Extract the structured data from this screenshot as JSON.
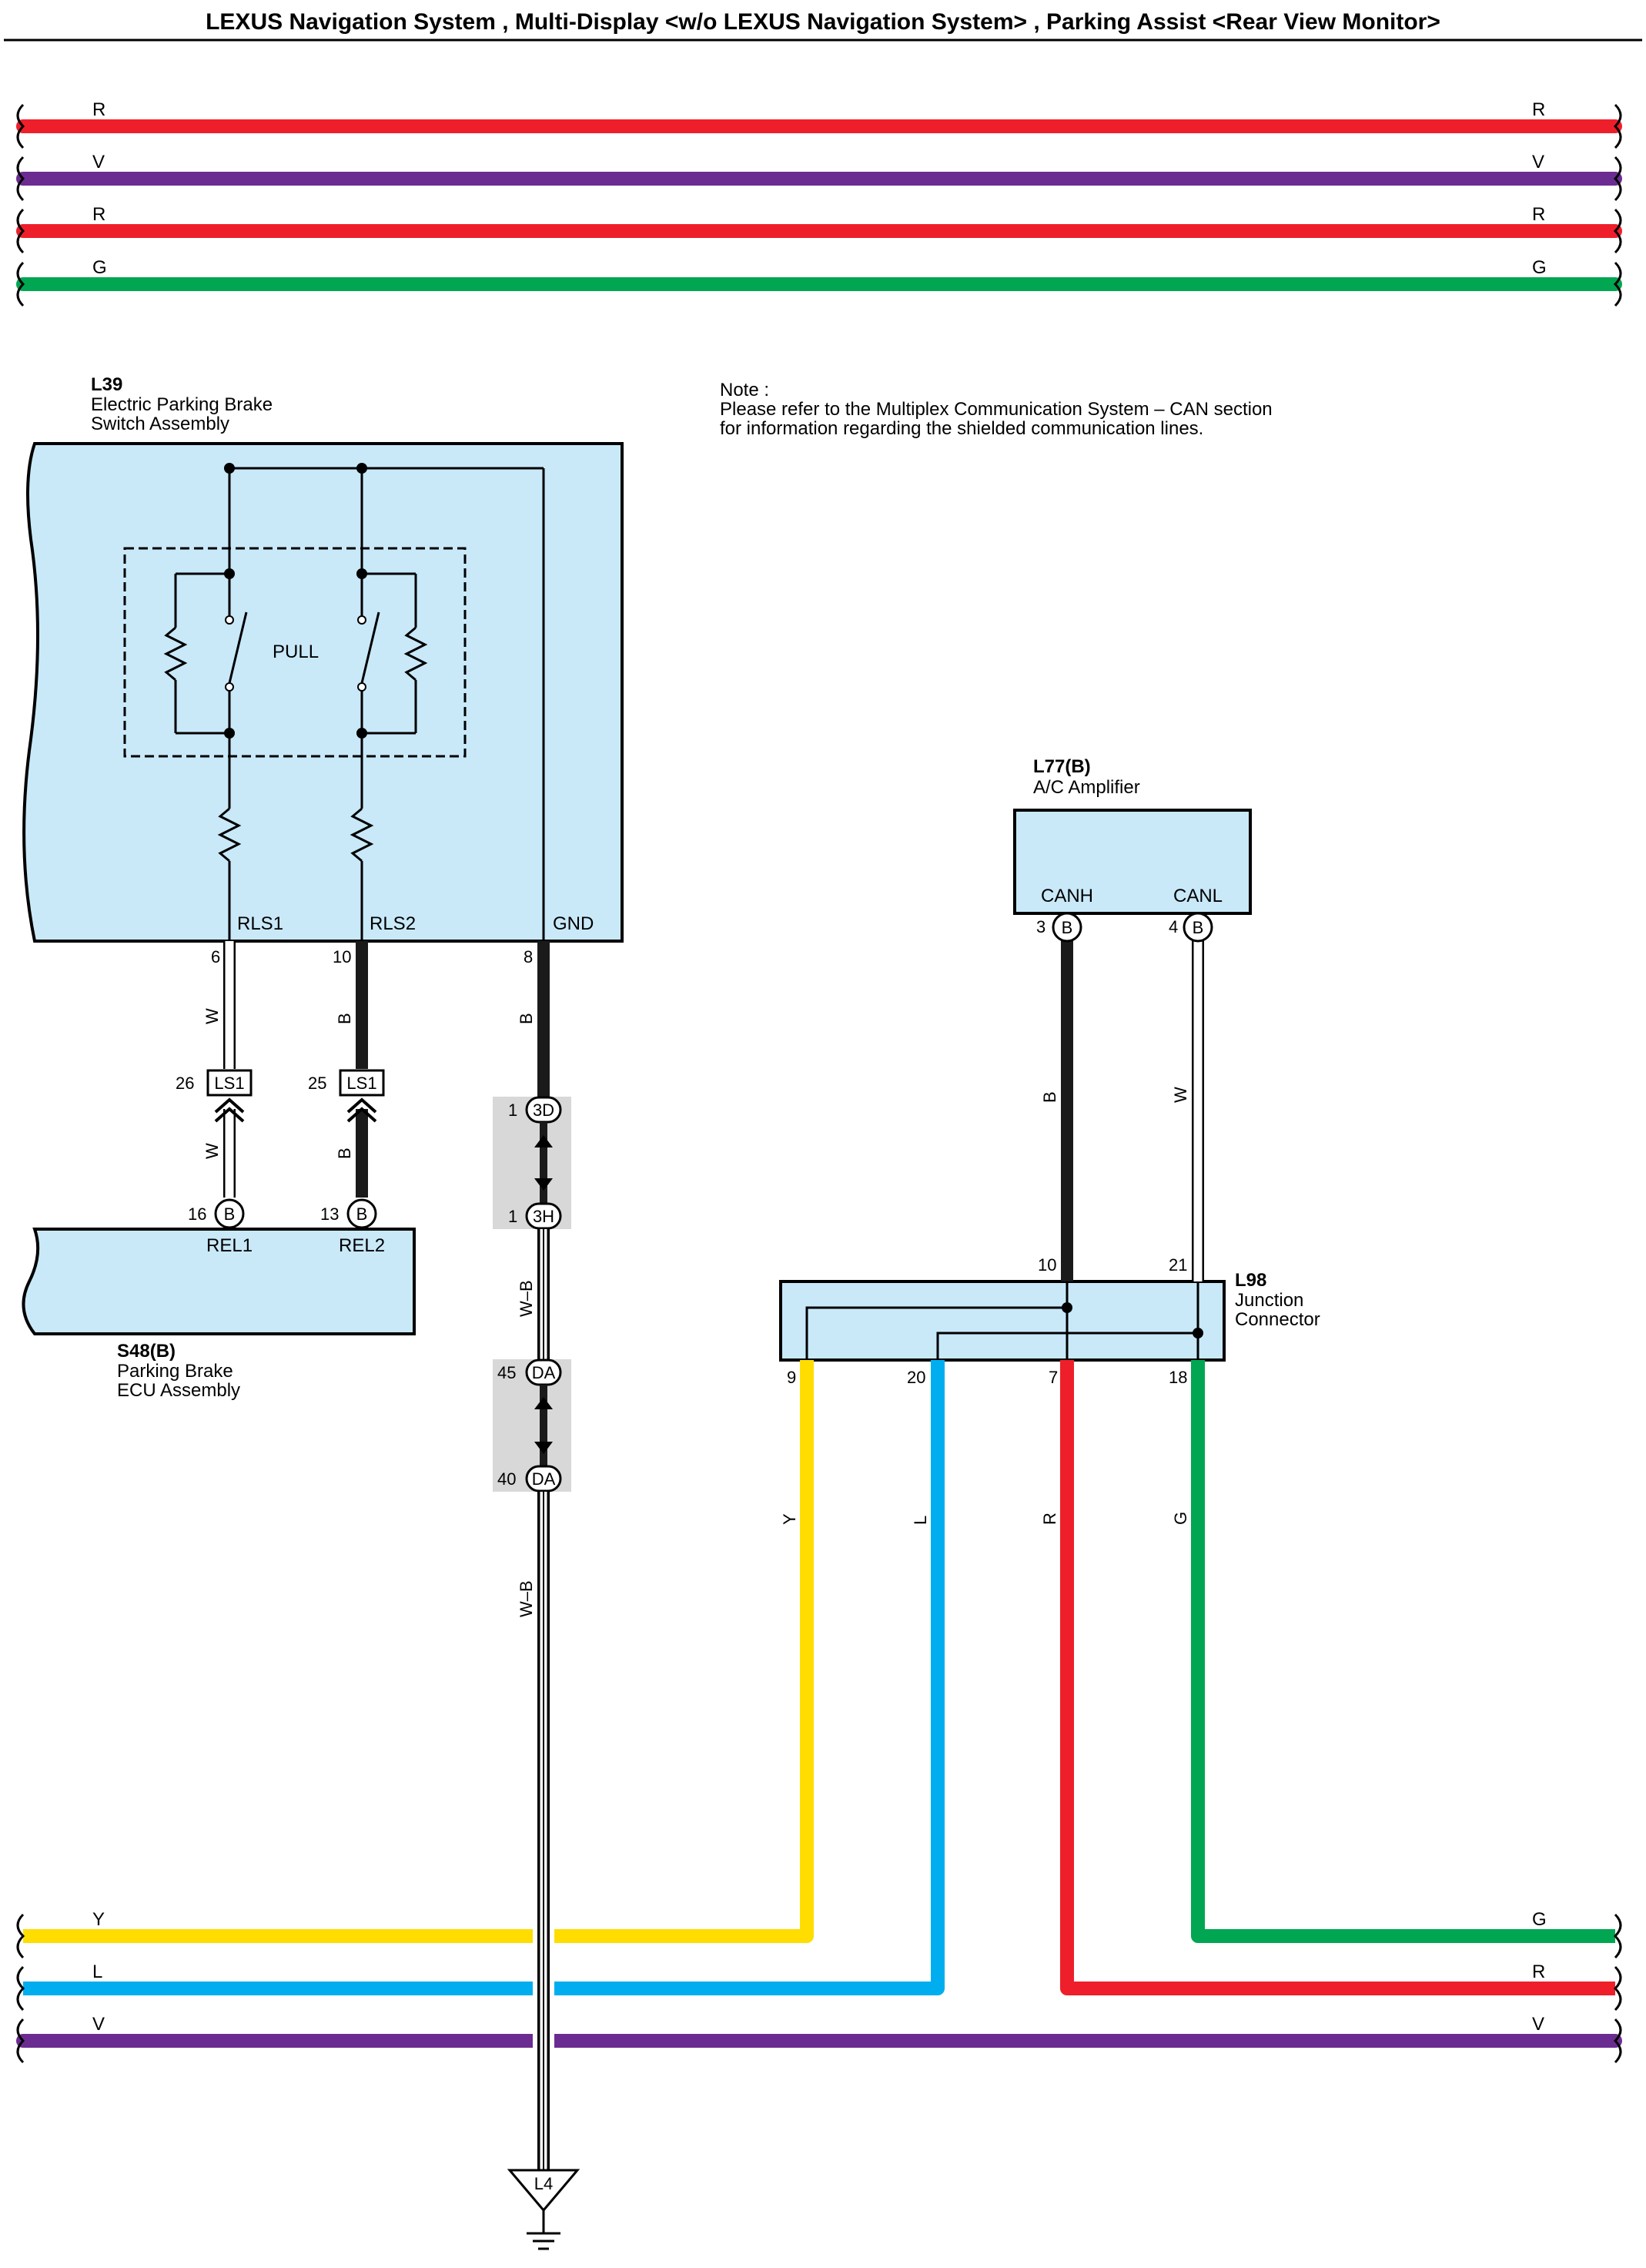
{
  "title": "LEXUS Navigation System , Multi-Display <w/o LEXUS Navigation System> , Parking Assist <Rear View Monitor>",
  "top_wires": [
    {
      "color_code": "R",
      "color": "#ee1f2a"
    },
    {
      "color_code": "V",
      "color": "#6b2c91"
    },
    {
      "color_code": "R",
      "color": "#ee1f2a"
    },
    {
      "color_code": "G",
      "color": "#00a651"
    }
  ],
  "bottom_wires": [
    {
      "color_code_left": "Y",
      "color_code_right": "",
      "color": "#ffdd00"
    },
    {
      "color_code_left": "L",
      "color_code_right": "R",
      "color": "#00aeef"
    },
    {
      "color_code_left": "V",
      "color_code_right": "V",
      "color": "#6b2c91"
    }
  ],
  "bottom_right_g": "G",
  "note": {
    "label": "Note :",
    "line1": "Please refer to the Multiplex Communication System – CAN section",
    "line2": "for information regarding the shielded communication lines."
  },
  "components": {
    "l39": {
      "code": "L39",
      "name1": "Electric Parking Brake",
      "name2": "Switch Assembly",
      "switch_label": "PULL",
      "pins": [
        {
          "name": "RLS1",
          "num": "6"
        },
        {
          "name": "RLS2",
          "num": "10"
        },
        {
          "name": "GND",
          "num": "8"
        }
      ]
    },
    "s48": {
      "code": "S48(B)",
      "name1": "Parking Brake",
      "name2": "ECU Assembly",
      "pins": [
        {
          "name": "REL1",
          "num": "16",
          "conn": "B"
        },
        {
          "name": "REL2",
          "num": "13",
          "conn": "B"
        }
      ]
    },
    "l77": {
      "code": "L77(B)",
      "name1": "A/C Amplifier",
      "pins": [
        {
          "name": "CANH",
          "num": "3",
          "conn": "B"
        },
        {
          "name": "CANL",
          "num": "4",
          "conn": "B"
        }
      ]
    },
    "l98": {
      "code": "L98",
      "name1": "Junction",
      "name2": "Connector",
      "top_pins": [
        "10",
        "21"
      ],
      "bottom_pins": [
        "9",
        "20",
        "7",
        "18"
      ]
    },
    "l4": {
      "code": "L4"
    }
  },
  "connectors": {
    "ls1_a": {
      "num": "26",
      "code": "LS1"
    },
    "ls1_b": {
      "num": "25",
      "code": "LS1"
    },
    "c3d": {
      "num": "1",
      "code": "3D"
    },
    "c3h": {
      "num": "1",
      "code": "3H"
    },
    "da1": {
      "num": "45",
      "code": "DA"
    },
    "da2": {
      "num": "40",
      "code": "DA"
    }
  },
  "wire_labels": {
    "rls1_w_upper": "W",
    "rls1_w_lower": "W",
    "rls2_b_upper": "B",
    "rls2_b_lower": "B",
    "gnd_b": "B",
    "gnd_wb1": "W–B",
    "gnd_wb2": "W–B",
    "canh_b": "B",
    "canl_w": "W",
    "j9_y": "Y",
    "j20_l": "L",
    "j7_r": "R",
    "j18_g": "G"
  },
  "colors": {
    "red": "#ee1f2a",
    "violet": "#6b2c91",
    "green": "#00a651",
    "yellow": "#ffdd00",
    "blue": "#00aeef",
    "black": "#1a1a1a",
    "component_fill": "#c9e9f9",
    "splice_fill": "#d8d8d8"
  }
}
